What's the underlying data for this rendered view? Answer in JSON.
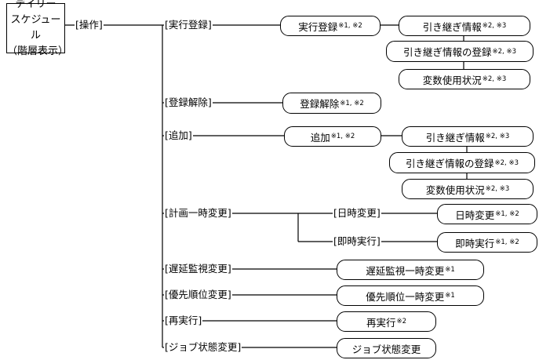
{
  "root": {
    "lines": [
      "デイリー",
      "スケジュール",
      "（階層表示）"
    ]
  },
  "operation_label": "[操作]",
  "menus": {
    "register": {
      "label": "[実行登録]",
      "dialog": "実行登録",
      "note": "※1, ※2",
      "children": [
        {
          "text": "引き継ぎ情報",
          "note": "※2, ※3"
        },
        {
          "text": "引き継ぎ情報の登録",
          "note": "※2, ※3"
        },
        {
          "text": "変数使用状況",
          "note": "※2, ※3"
        }
      ]
    },
    "unregister": {
      "label": "[登録解除]",
      "dialog": "登録解除",
      "note": "※1, ※2"
    },
    "add": {
      "label": "[追加]",
      "dialog": "追加",
      "note": "※1, ※2",
      "children": [
        {
          "text": "引き継ぎ情報",
          "note": "※2, ※3"
        },
        {
          "text": "引き継ぎ情報の登録",
          "note": "※2, ※3"
        },
        {
          "text": "変数使用状況",
          "note": "※2, ※3"
        }
      ]
    },
    "plan_change": {
      "label": "[計画一時変更]",
      "sub": [
        {
          "label": "[日時変更]",
          "dialog": "日時変更",
          "note": "※1, ※2"
        },
        {
          "label": "[即時実行]",
          "dialog": "即時実行",
          "note": "※1, ※2"
        }
      ]
    },
    "delay": {
      "label": "[遅延監視変更]",
      "dialog": "遅延監視一時変更",
      "note": "※1"
    },
    "priority": {
      "label": "[優先順位変更]",
      "dialog": "優先順位一時変更",
      "note": "※1"
    },
    "rerun": {
      "label": "[再実行]",
      "dialog": "再実行",
      "note": "※2"
    },
    "job_status": {
      "label": "[ジョブ状態変更]",
      "dialog": "ジョブ状態変更",
      "note": ""
    }
  }
}
